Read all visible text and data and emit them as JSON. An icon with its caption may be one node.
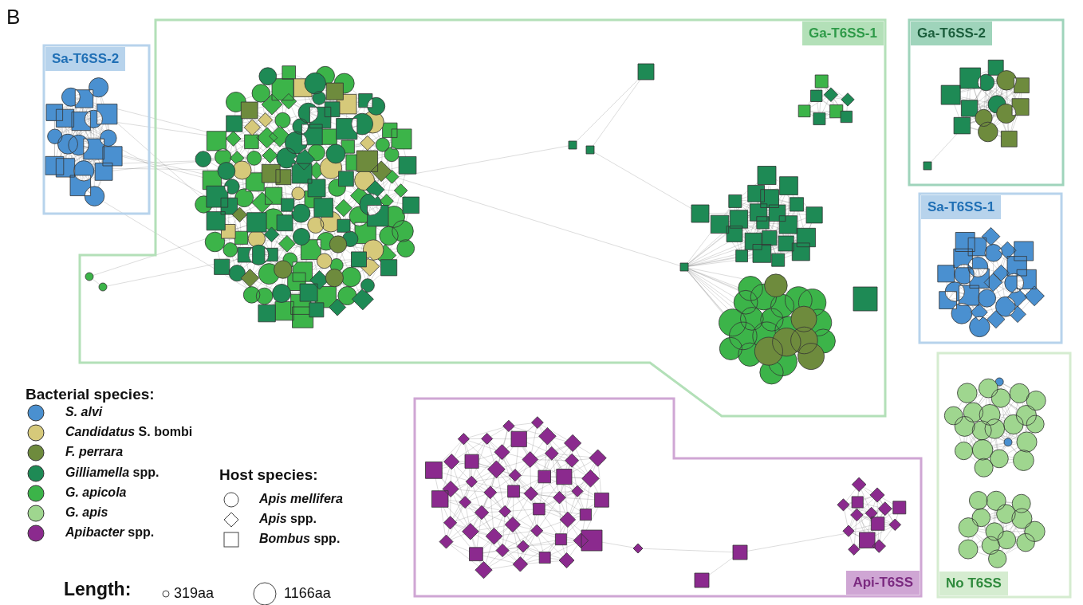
{
  "diagram": {
    "nodes": [
      {
        "text": [
          "Sa-T6SS-2"
        ]
      },
      {
        "text": [
          "Ga-T6SS-1"
        ]
      },
      {
        "text": [
          "Ga-T6SS-2"
        ]
      },
      {
        "text": [
          "Sa-T6SS-1"
        ]
      },
      {
        "text": [
          "Api-T6SS"
        ]
      },
      {
        "text": [
          "No T6SS"
        ]
      }
    ],
    "labels": [
      "B",
      "Bacterial species:",
      "Host species:",
      "Length:"
    ],
    "legend": [
      {
        "text": "S. alvi",
        "color": "#4a90d0"
      },
      {
        "text": "*Candidatus* S. bombi",
        "color": "#d6c97a"
      },
      {
        "text": "F. perrara",
        "color": "#6e8b3d"
      },
      {
        "text": "*Gilliamella* spp.",
        "color": "#1e8a55"
      },
      {
        "text": "G. apicola",
        "color": "#3cb449"
      },
      {
        "text": "G. apis",
        "color": "#9fd68f"
      },
      {
        "text": "*Apibacter* spp.",
        "color": "#8b2a8e"
      },
      {
        "text": "Apis mellifera"
      },
      {
        "text": "*Apis* spp."
      },
      {
        "text": "*Bombus* spp."
      },
      {
        "text": "319aa"
      },
      {
        "text": "1166aa"
      }
    ]
  }
}
